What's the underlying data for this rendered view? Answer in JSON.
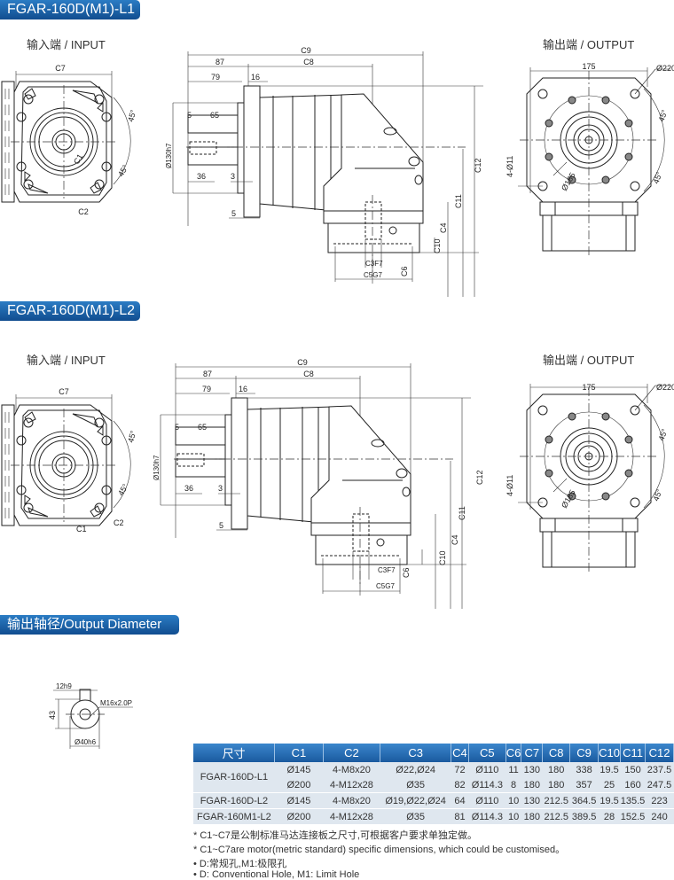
{
  "sections": {
    "l1_title": "FGAR-160D(M1)-L1",
    "l2_title": "FGAR-160D(M1)-L2",
    "output_diameter_title": "输出轴径/Output Diameter"
  },
  "views": {
    "input_label": "输入端 / INPUT",
    "output_label": "输出端 / OUTPUT"
  },
  "dimensions": {
    "input": {
      "c7": "C7",
      "c1": "C1",
      "c2": "C2",
      "angle1": "45°",
      "angle2": "45°"
    },
    "side": {
      "c9": "C9",
      "c8": "C8",
      "d87": "87",
      "d79": "79",
      "d16": "16",
      "d5a": "5",
      "d65": "65",
      "d130": "Ø130h7",
      "d36": "36",
      "d3": "3",
      "d5b": "5",
      "c12": "C12",
      "c11": "C11",
      "c4": "C4",
      "c10": "C10",
      "c3": "C3F7",
      "c6": "C6",
      "c5": "C5G7"
    },
    "output": {
      "d175": "175",
      "d220": "Ø220",
      "d185": "Ø185",
      "holes": "4-Ø11",
      "angle1": "45°",
      "angle2": "45°"
    },
    "shaft": {
      "key": "12h9",
      "height": "43",
      "thread": "M16x2.0P",
      "dia": "Ø40h6"
    }
  },
  "table": {
    "headers": [
      "尺寸",
      "C1",
      "C2",
      "C3",
      "C4",
      "C5",
      "C6",
      "C7",
      "C8",
      "C9",
      "C10",
      "C11",
      "C12"
    ],
    "rows": [
      {
        "model": "FGAR-160D-L1",
        "values": [
          "Ø145",
          "4-M8x20",
          "Ø22,Ø24",
          "72",
          "Ø110",
          "11",
          "130",
          "180",
          "338",
          "19.5",
          "150",
          "237.5"
        ]
      },
      {
        "model": "",
        "values": [
          "Ø200",
          "4-M12x28",
          "Ø35",
          "82",
          "Ø114.3",
          "8",
          "180",
          "180",
          "357",
          "25",
          "160",
          "247.5"
        ]
      },
      {
        "model": "FGAR-160D-L2",
        "values": [
          "Ø145",
          "4-M8x20",
          "Ø19,Ø22,Ø24",
          "64",
          "Ø110",
          "10",
          "130",
          "212.5",
          "364.5",
          "19.5",
          "135.5",
          "223"
        ]
      },
      {
        "model": "FGAR-160M1-L2",
        "values": [
          "Ø200",
          "4-M12x28",
          "Ø35",
          "81",
          "Ø114.3",
          "10",
          "180",
          "212.5",
          "389.5",
          "28",
          "152.5",
          "240"
        ]
      }
    ]
  },
  "notes": [
    "* C1~C7是公制标准马达连接板之尺寸,可根据客户要求单独定做。",
    "* C1~C7are motor(metric standard)  specific dimensions, which could be customised。",
    "• D:常规孔,M1:极限孔",
    "• D: Conventional Hole, M1: Limit Hole"
  ],
  "colors": {
    "header_blue": "#1a5a9f",
    "table_row": "#dfe7ef"
  }
}
